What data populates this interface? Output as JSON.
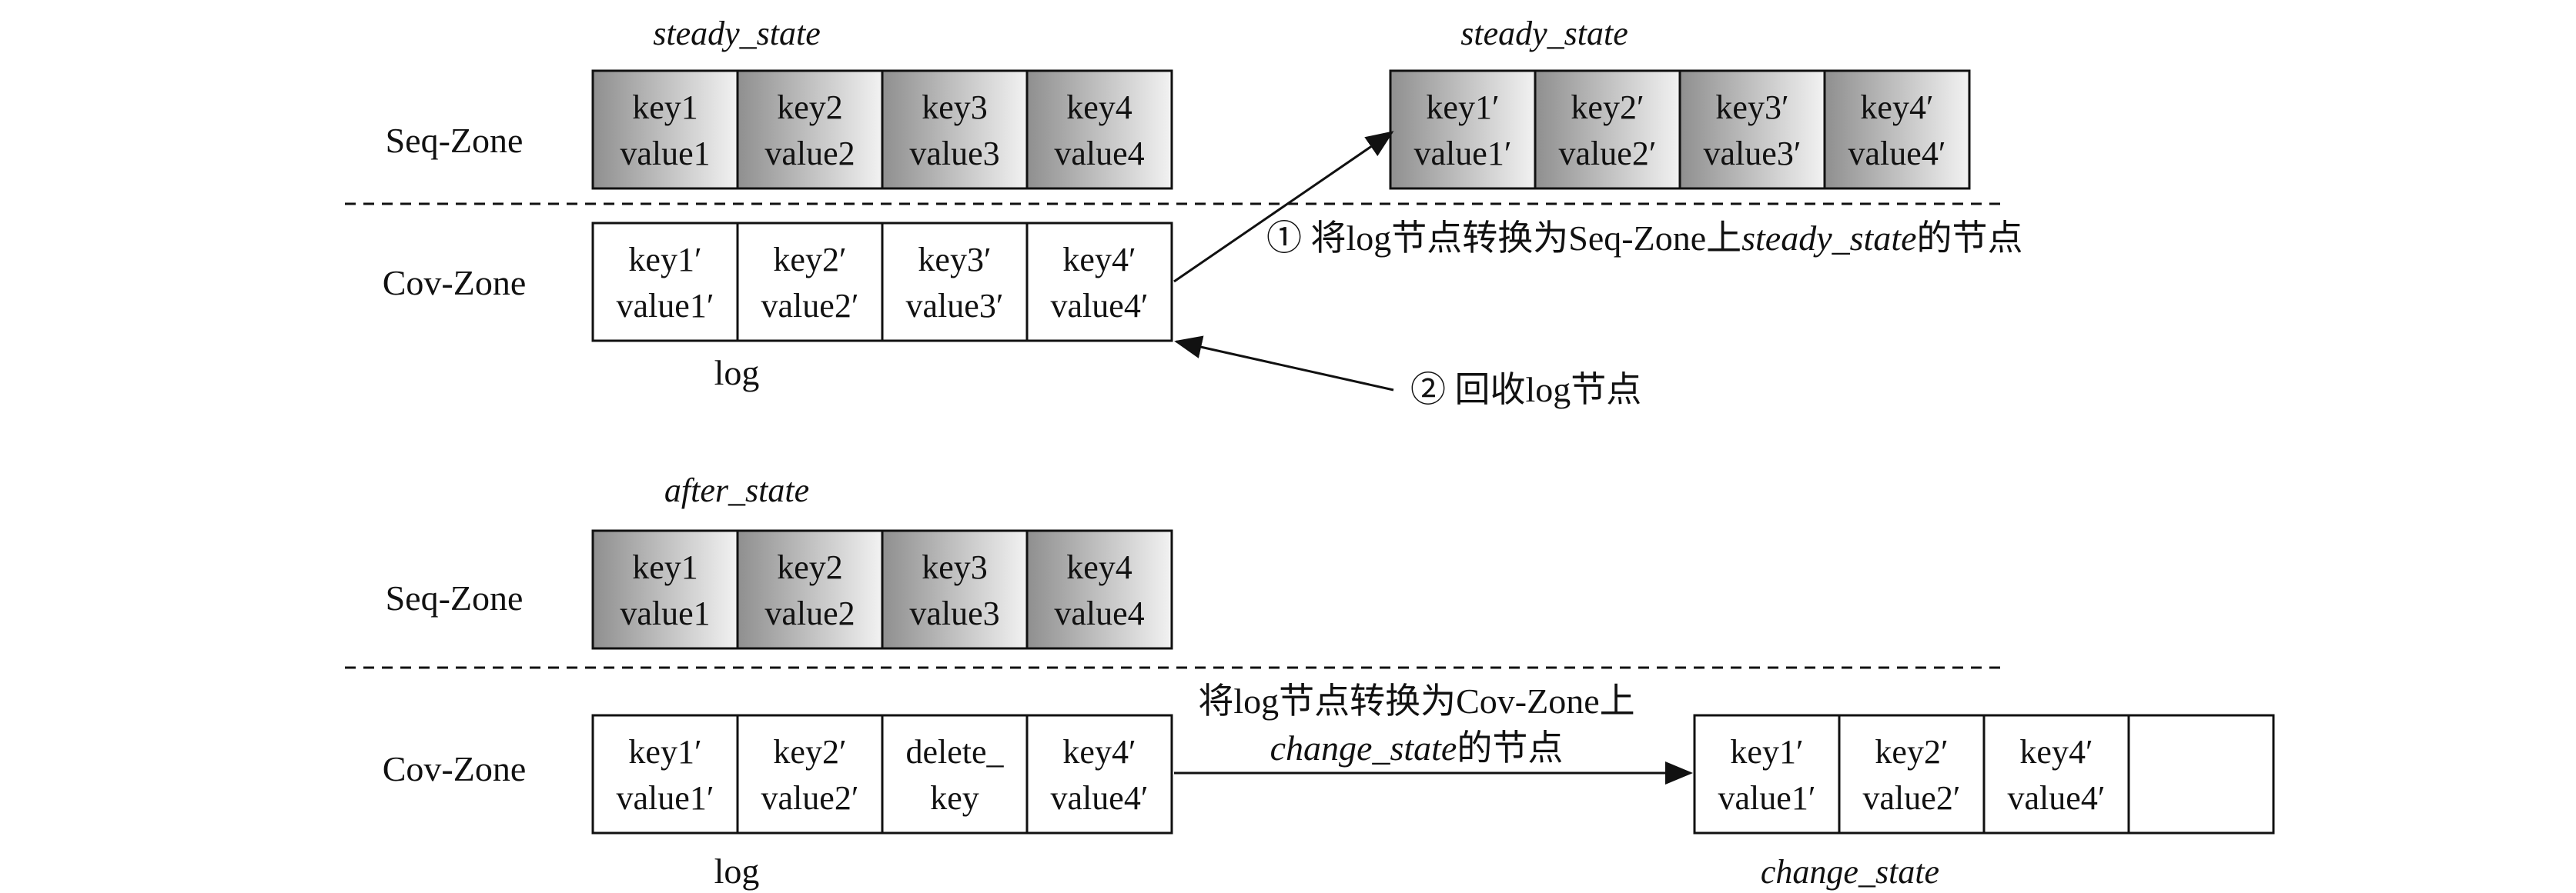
{
  "top": {
    "steady_label_left": "steady_state",
    "steady_label_right": "steady_state",
    "seq_zone_label": "Seq-Zone",
    "cov_zone_label": "Cov-Zone",
    "log_label": "log",
    "seq_cells": [
      {
        "k": "key1",
        "v": "value1"
      },
      {
        "k": "key2",
        "v": "value2"
      },
      {
        "k": "key3",
        "v": "value3"
      },
      {
        "k": "key4",
        "v": "value4"
      }
    ],
    "steady_cells": [
      {
        "k": "key1′",
        "v": "value1′"
      },
      {
        "k": "key2′",
        "v": "value2′"
      },
      {
        "k": "key3′",
        "v": "value3′"
      },
      {
        "k": "key4′",
        "v": "value4′"
      }
    ],
    "log_cells": [
      {
        "k": "key1′",
        "v": "value1′"
      },
      {
        "k": "key2′",
        "v": "value2′"
      },
      {
        "k": "key3′",
        "v": "value3′"
      },
      {
        "k": "key4′",
        "v": "value4′"
      }
    ],
    "step1": {
      "prefix": "① 将log节点转换为Seq-Zone上",
      "italic": "steady_state",
      "suffix": "的节点"
    },
    "step2": "② 回收log节点"
  },
  "bottom": {
    "after_label": "after_state",
    "seq_zone_label": "Seq-Zone",
    "cov_zone_label": "Cov-Zone",
    "log_label": "log",
    "change_label": "change_state",
    "seq_cells": [
      {
        "k": "key1",
        "v": "value1"
      },
      {
        "k": "key2",
        "v": "value2"
      },
      {
        "k": "key3",
        "v": "value3"
      },
      {
        "k": "key4",
        "v": "value4"
      }
    ],
    "log_cells": [
      {
        "k": "key1′",
        "v": "value1′"
      },
      {
        "k": "key2′",
        "v": "value2′"
      },
      {
        "k": "delete_",
        "v": "key"
      },
      {
        "k": "key4′",
        "v": "value4′"
      }
    ],
    "change_cells": [
      {
        "k": "key1′",
        "v": "value1′"
      },
      {
        "k": "key2′",
        "v": "value2′"
      },
      {
        "k": "key4′",
        "v": "value4′"
      },
      {
        "k": "",
        "v": ""
      }
    ],
    "convert_line1": "将log节点转换为Cov-Zone上",
    "convert_line2_italic": "change_state",
    "convert_line2_suffix": "的节点"
  },
  "colors": {
    "grad_dark": "#8f8f8f",
    "grad_light": "#f2f2f2",
    "line": "#111111"
  }
}
